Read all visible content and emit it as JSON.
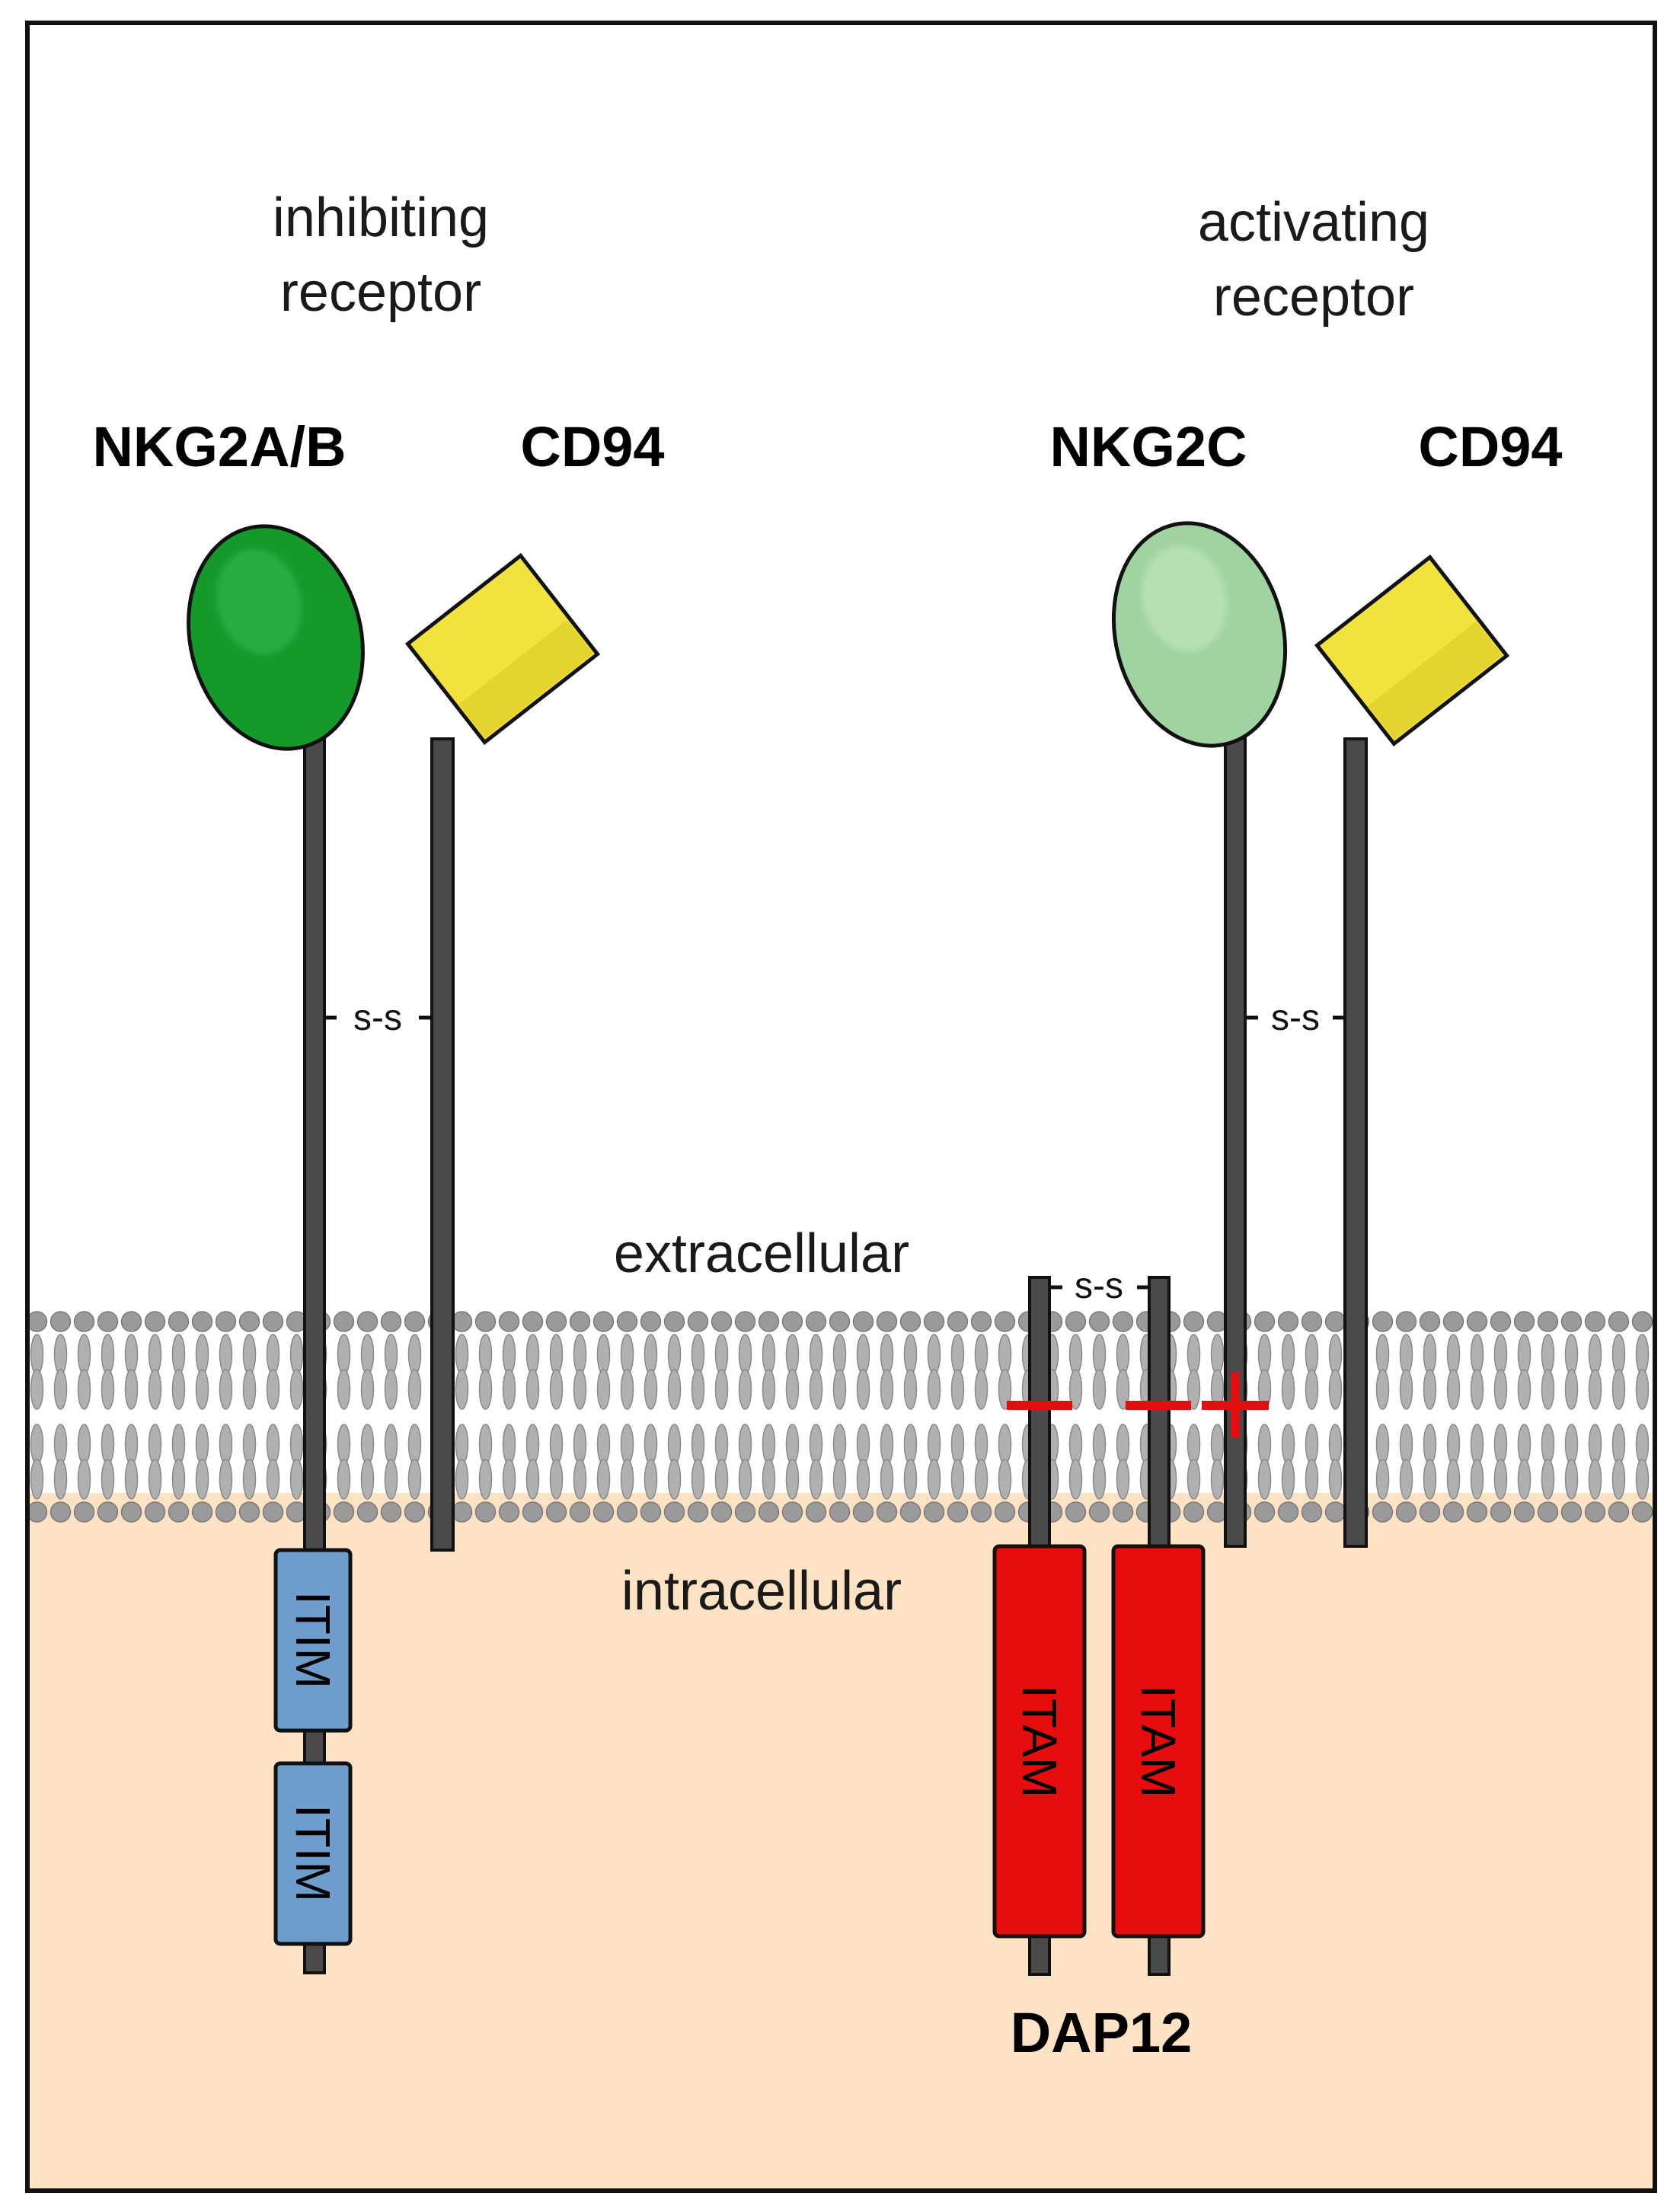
{
  "headings": {
    "inhibiting_line1": "inhibiting",
    "inhibiting_line2": "receptor",
    "activating_line1": "activating",
    "activating_line2": "receptor"
  },
  "proteins": {
    "nkg2ab": "NKG2A/B",
    "cd94_left": "CD94",
    "nkg2c": "NKG2C",
    "cd94_right": "CD94",
    "dap12": "DAP12"
  },
  "regions": {
    "extracellular": "extracellular",
    "intracellular": "intracellular"
  },
  "bonds": {
    "disulfide_left": "s-s",
    "disulfide_right": "s-s",
    "disulfide_dap12": "s-s"
  },
  "motifs": {
    "itim_1": "ITIM",
    "itim_2": "ITIM",
    "itam_1": "ITAM",
    "itam_2": "ITAM"
  },
  "colors": {
    "nkg2ab": "#139a2b",
    "nkg2c": "#9fd3a0",
    "cd94": "#f2e33c",
    "itim": "#6e9ccc",
    "itam": "#e80d0d",
    "membrane": "#9a9a9a",
    "intracellular": "#fde2c4",
    "charge": "#e01010",
    "stalk": "#4a4a4a"
  }
}
